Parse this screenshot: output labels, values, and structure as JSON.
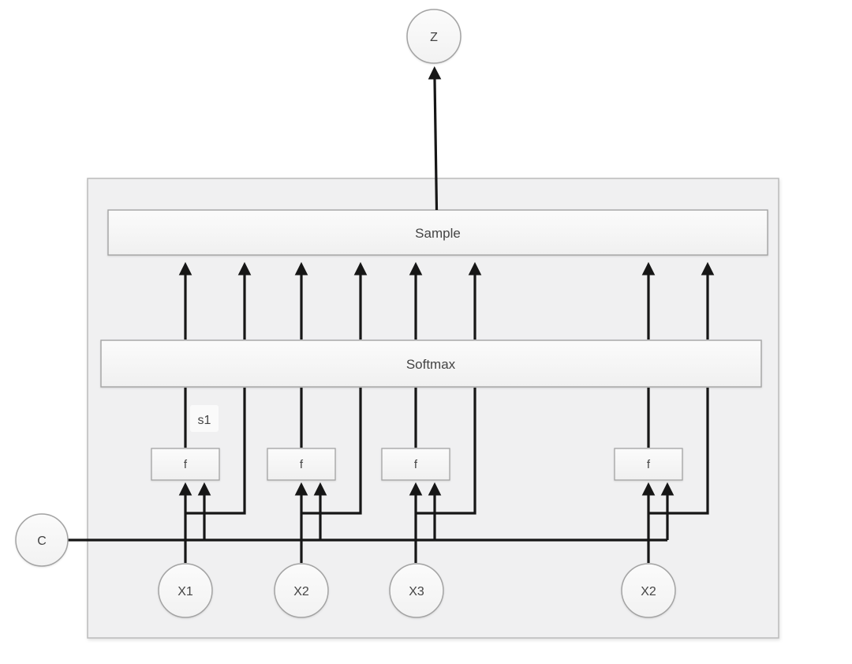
{
  "diagram": {
    "output_node": {
      "label": "Z"
    },
    "context_node": {
      "label": "C"
    },
    "sample_bar": {
      "label": "Sample"
    },
    "softmax_bar": {
      "label": "Softmax"
    },
    "score_label": "s1",
    "function_boxes": [
      {
        "label": "f"
      },
      {
        "label": "f"
      },
      {
        "label": "f"
      },
      {
        "label": "f"
      }
    ],
    "input_nodes": [
      {
        "label": "X1"
      },
      {
        "label": "X2"
      },
      {
        "label": "X3"
      },
      {
        "label": "X2"
      }
    ],
    "colors": {
      "line": "#161616",
      "node_fill": "#f9f9f9",
      "node_border": "#a3a3a3",
      "container_fill": "#f0f0f1",
      "container_border": "#bbbbbb",
      "text": "#444444"
    }
  }
}
